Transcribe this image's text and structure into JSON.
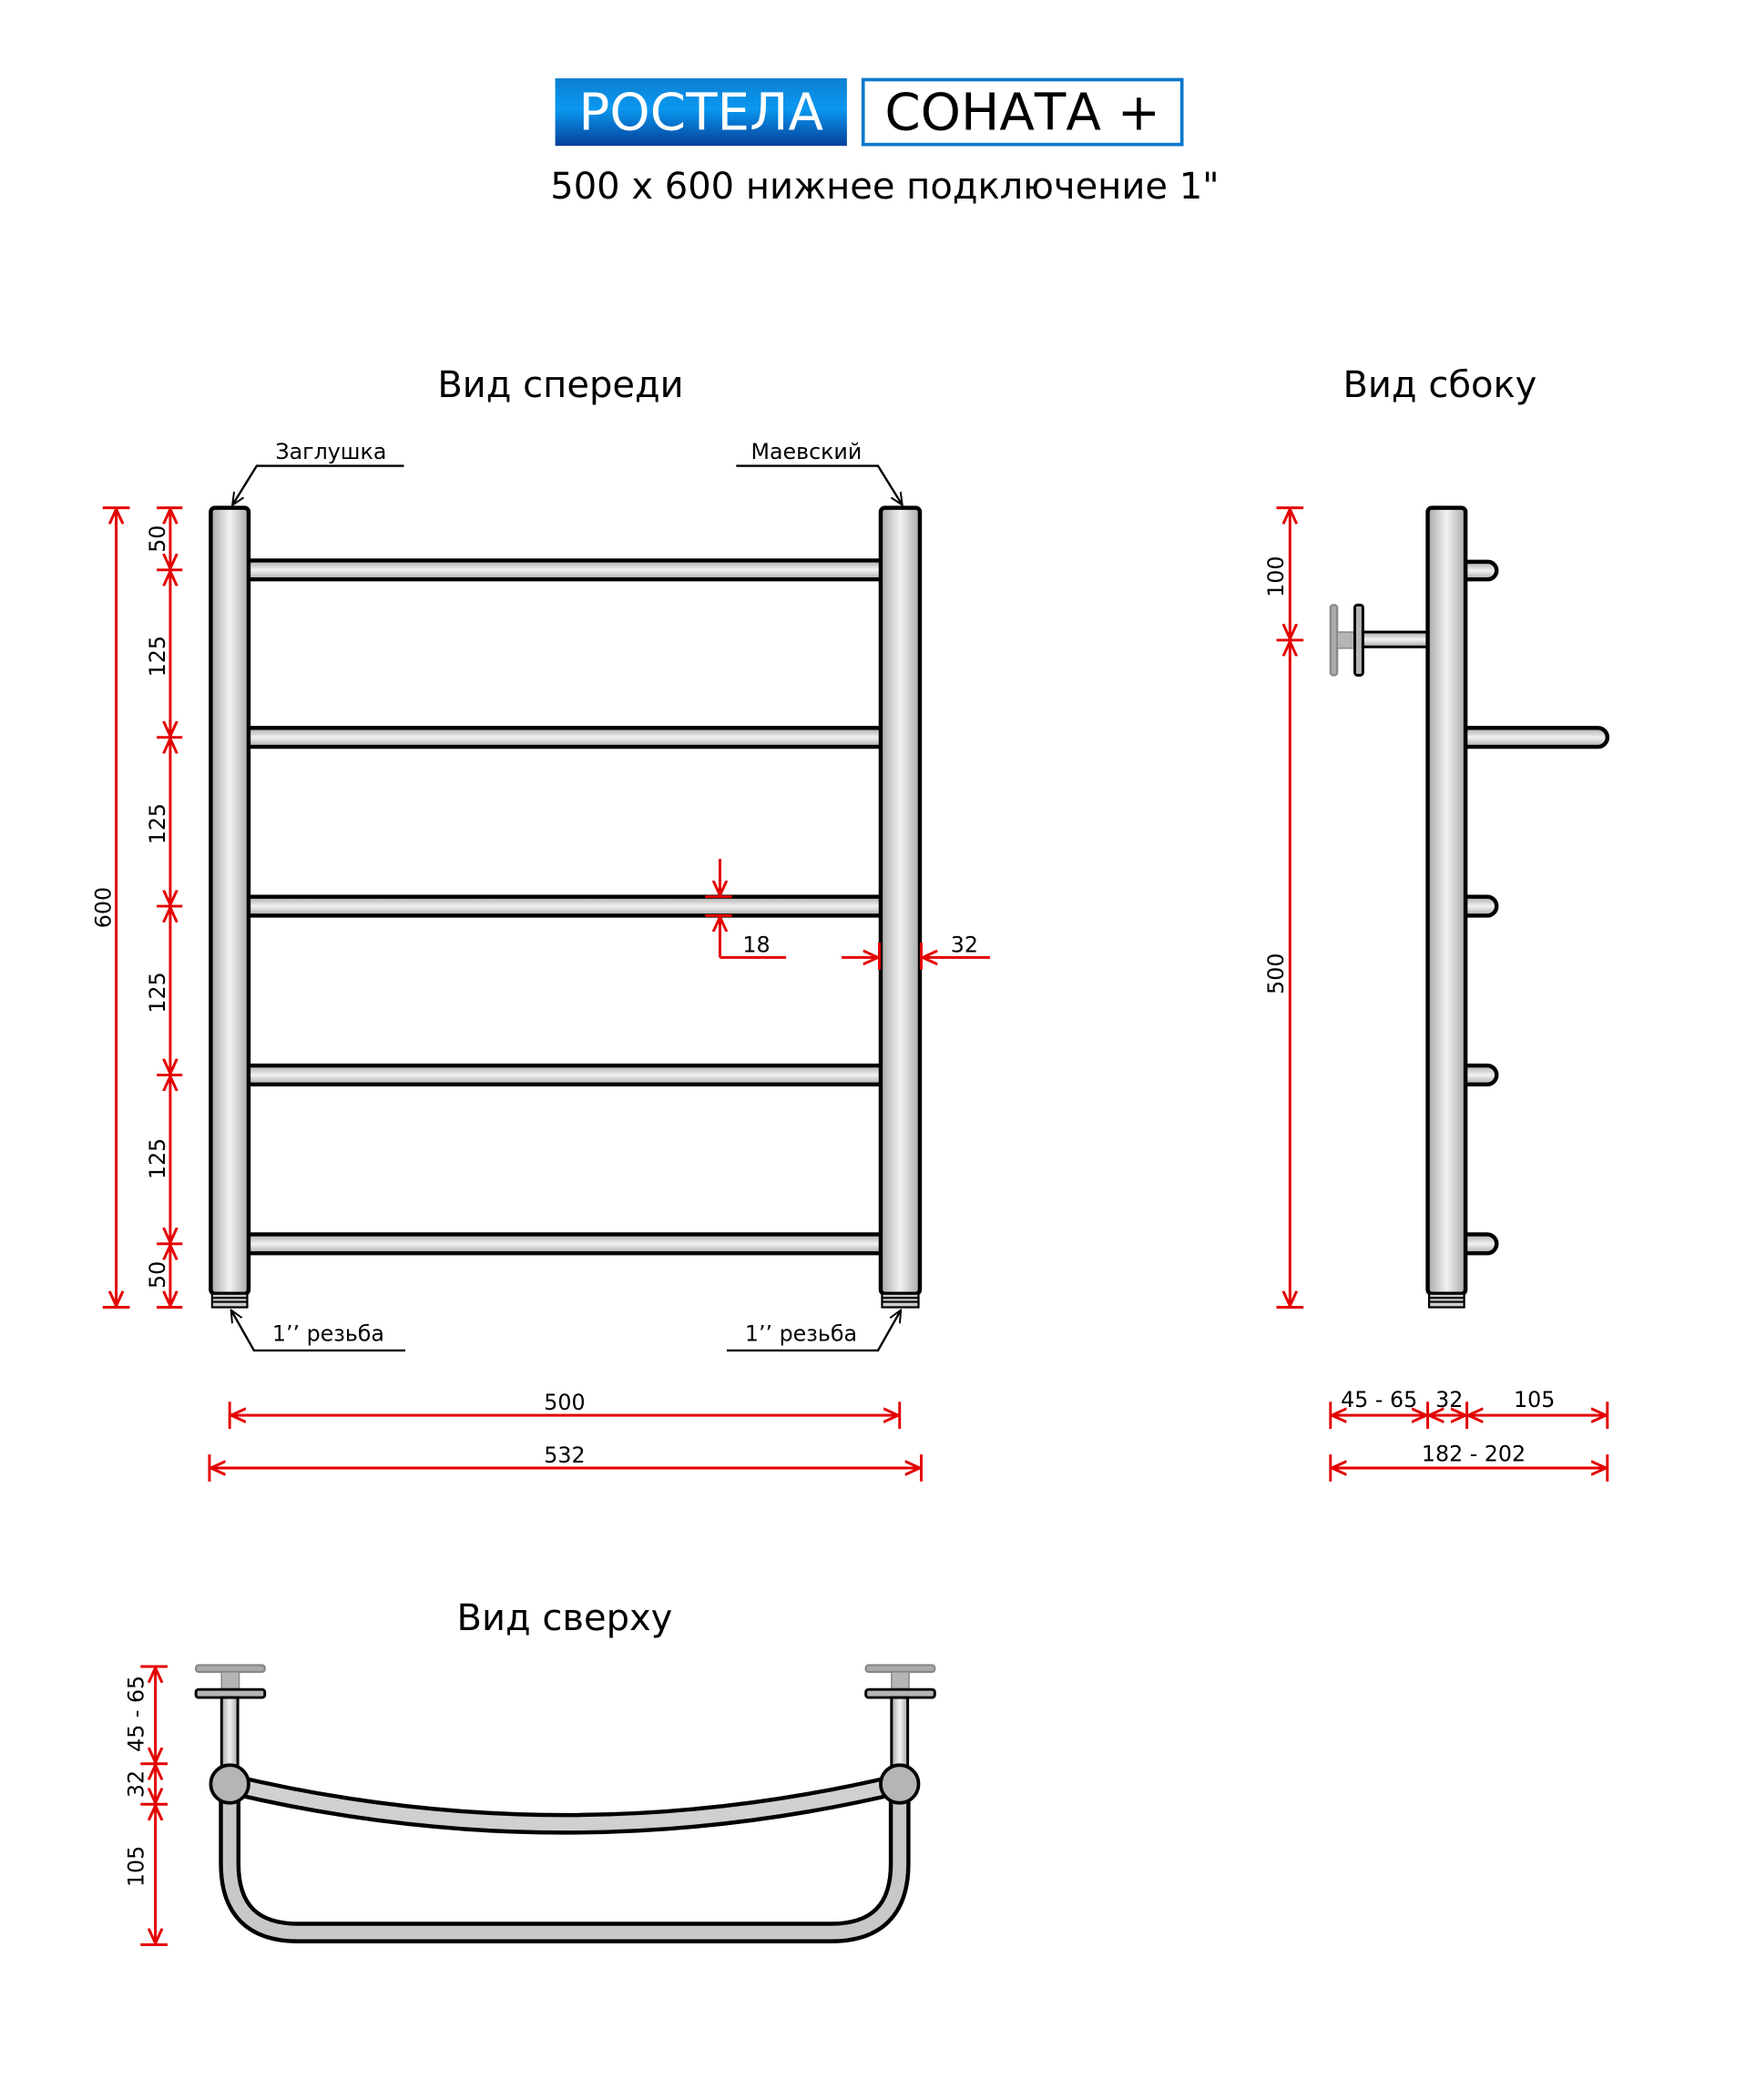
{
  "header": {
    "brand": "РОСТЕЛА",
    "model": "СОНАТА +",
    "subtitle": "500 x 600 нижнее подключение 1\""
  },
  "colors": {
    "brand_blue": "#0a8fe6",
    "dimension_red": "#e30000",
    "tube_gray": "#b5b5b5"
  },
  "front_view": {
    "title": "Вид спереди",
    "label_plug": "Заглушка",
    "label_valve": "Маевский",
    "label_thread_left": "1’’ резьба",
    "label_thread_right": "1’’ резьба",
    "height_total": "600",
    "segments": [
      "50",
      "125",
      "125",
      "125",
      "125",
      "50"
    ],
    "rail_diameter": "18",
    "tube_diameter": "32",
    "width_axis": "500",
    "width_total": "532"
  },
  "side_view": {
    "title": "Вид сбоку",
    "top_offset": "100",
    "height_axis": "500",
    "wall_gap": "45 - 65",
    "tube_diameter": "32",
    "rail_depth": "105",
    "depth_total": "182 - 202"
  },
  "top_view": {
    "title": "Вид сверху",
    "wall_gap": "45 - 65",
    "tube_diameter": "32",
    "rail_depth": "105"
  }
}
